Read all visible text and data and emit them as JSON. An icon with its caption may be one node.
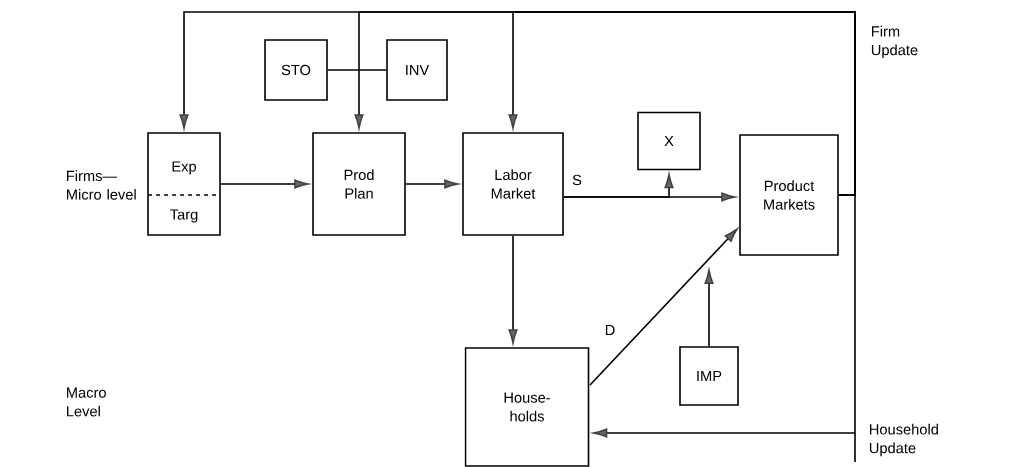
{
  "diagram": {
    "nodes": [
      {
        "text": [
          "Exp",
          "Targ"
        ]
      },
      {
        "text": [
          "STO"
        ]
      },
      {
        "text": [
          "INV"
        ]
      },
      {
        "text": [
          "Prod Plan"
        ]
      },
      {
        "text": [
          "Labor Market"
        ]
      },
      {
        "text": [
          "X"
        ]
      },
      {
        "text": [
          "Product Markets"
        ]
      },
      {
        "text": [
          "House- holds"
        ]
      },
      {
        "text": [
          "IMP"
        ]
      }
    ],
    "edges": [
      {
        "from": 0,
        "to": 3,
        "arrow": "to"
      },
      {
        "from": 3,
        "to": 4,
        "arrow": "to"
      },
      {
        "from": 1,
        "to": 2,
        "arrow": "none"
      },
      {
        "from": 4,
        "to": 6,
        "arrow": "to",
        "label": "S"
      },
      {
        "from": 4,
        "to": 5,
        "arrow": "to"
      },
      {
        "from": 4,
        "to": 7,
        "arrow": "to"
      },
      {
        "from": 7,
        "to": 6,
        "arrow": "to",
        "label": "D"
      },
      {
        "from": 8,
        "to": null,
        "arrow": "to"
      },
      {
        "from": 6,
        "to": 0,
        "arrow": "to"
      },
      {
        "from": 6,
        "to": 3,
        "arrow": "to"
      },
      {
        "from": 6,
        "to": 4,
        "arrow": "to"
      },
      {
        "from": 6,
        "to": 7,
        "arrow": "to"
      }
    ],
    "labels": [
      "Firm Update",
      "Firms— Micro level",
      "Macro Level",
      "Household Update"
    ]
  }
}
